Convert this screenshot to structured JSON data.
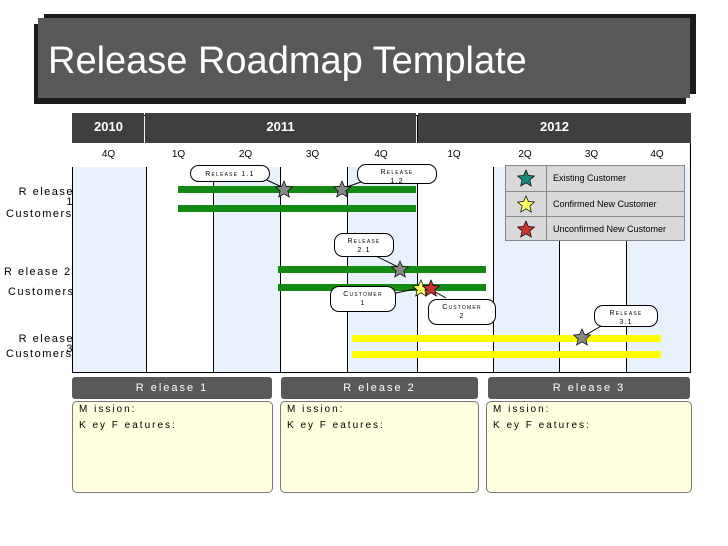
{
  "title": "Release Roadmap Template",
  "years": [
    "2010",
    "2011",
    "2012"
  ],
  "quarters": [
    "4Q",
    "1Q",
    "2Q",
    "3Q",
    "4Q",
    "1Q",
    "2Q",
    "3Q",
    "4Q"
  ],
  "row_labels": [
    {
      "line1": "R elease",
      "line2": "1",
      "line3": "Customers"
    },
    {
      "line1": "R elease 2",
      "line2": "",
      "line3": "Customers"
    },
    {
      "line1": "R elease",
      "line2": "3",
      "line3": "Customers"
    }
  ],
  "callouts": {
    "release_1_1": "Release 1.1",
    "release_1_2_line1": "Release",
    "release_1_2_line2": "1.2",
    "release_2_1_line1": "Release",
    "release_2_1_line2": "2.1",
    "customer_1_line1": "Customer",
    "customer_1_line2": "1",
    "customer_2_line1": "Customer",
    "customer_2_line2": "2",
    "release_3_1_line1": "Release",
    "release_3_1_line2": "3.1"
  },
  "legend": [
    {
      "label": "Existing Customer",
      "color": "#1a8a7a"
    },
    {
      "label": "Confirmed New Customer",
      "color": "#ffff66"
    },
    {
      "label": "Unconfirmed New Customer",
      "color": "#cc3333"
    }
  ],
  "releases": [
    {
      "header": "R elease 1",
      "mission": "M ission:",
      "features": "K ey F eatures:"
    },
    {
      "header": "R elease 2",
      "mission": "M ission:",
      "features": "K ey F eatures:"
    },
    {
      "header": "R elease 3",
      "mission": "M ission:",
      "features": "K ey F eatures:"
    }
  ],
  "colors": {
    "release_bar_1": "#138a13",
    "release_bar_2": "#138a13",
    "release_bar_3": "#ffff00",
    "milestone_star": "#888888"
  }
}
